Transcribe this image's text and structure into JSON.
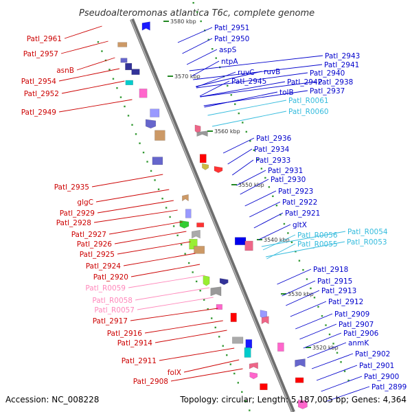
{
  "title": "Pseudoalteromonas atlantica T6c, complete genome",
  "footer": {
    "accession": "Accession: NC_008228",
    "summary": "Topology: circular; Length: 5,187,005 bp; Genes: 4,364"
  },
  "colors": {
    "backbone": "#8c8c8c",
    "minor_tick": "#339933",
    "left_label": "#cc0000",
    "right_label": "#0000cc",
    "rna_left": "#ff88bb",
    "rna_right": "#33bbdd",
    "text": "#333333"
  },
  "kbp_markers": [
    "3580 kbp",
    "3570 kbp",
    "3560 kbp",
    "3550 kbp",
    "3540 kbp",
    "3530 kbp",
    "3520 kbp"
  ],
  "left_labels": [
    {
      "text": "Patl_2961",
      "kind": "gene"
    },
    {
      "text": "Patl_2957",
      "kind": "gene"
    },
    {
      "text": "asnB",
      "kind": "gene"
    },
    {
      "text": "Patl_2954",
      "kind": "gene"
    },
    {
      "text": "Patl_2952",
      "kind": "gene"
    },
    {
      "text": "Patl_2949",
      "kind": "gene"
    },
    {
      "text": "Patl_2935",
      "kind": "gene"
    },
    {
      "text": "glgC",
      "kind": "gene"
    },
    {
      "text": "Patl_2929",
      "kind": "gene"
    },
    {
      "text": "Patl_2928",
      "kind": "gene"
    },
    {
      "text": "Patl_2927",
      "kind": "gene"
    },
    {
      "text": "Patl_2926",
      "kind": "gene"
    },
    {
      "text": "Patl_2925",
      "kind": "gene"
    },
    {
      "text": "Patl_2924",
      "kind": "gene"
    },
    {
      "text": "Patl_2920",
      "kind": "gene"
    },
    {
      "text": "Patl_R0059",
      "kind": "rna"
    },
    {
      "text": "Patl_R0058",
      "kind": "rna"
    },
    {
      "text": "Patl_R0057",
      "kind": "rna"
    },
    {
      "text": "Patl_2917",
      "kind": "gene"
    },
    {
      "text": "Patl_2916",
      "kind": "gene"
    },
    {
      "text": "Patl_2914",
      "kind": "gene"
    },
    {
      "text": "Patl_2911",
      "kind": "gene"
    },
    {
      "text": "folX",
      "kind": "gene"
    },
    {
      "text": "Patl_2908",
      "kind": "gene"
    }
  ],
  "right_labels": [
    {
      "text": "Patl_2951",
      "kind": "gene"
    },
    {
      "text": "Patl_2950",
      "kind": "gene"
    },
    {
      "text": "aspS",
      "kind": "gene"
    },
    {
      "text": "ntpA",
      "kind": "gene"
    },
    {
      "text": "ruvC",
      "kind": "gene"
    },
    {
      "text": "ruvB",
      "kind": "gene"
    },
    {
      "text": "Patl_2945",
      "kind": "gene"
    },
    {
      "text": "Patl_2942",
      "kind": "gene"
    },
    {
      "text": "Patl_2943",
      "kind": "gene"
    },
    {
      "text": "Patl_2941",
      "kind": "gene"
    },
    {
      "text": "Patl_2940",
      "kind": "gene"
    },
    {
      "text": "Patl_2938",
      "kind": "gene"
    },
    {
      "text": "tolB",
      "kind": "gene"
    },
    {
      "text": "Patl_2937",
      "kind": "gene"
    },
    {
      "text": "Patl_R0061",
      "kind": "rna"
    },
    {
      "text": "Patl_R0060",
      "kind": "rna"
    },
    {
      "text": "Patl_2936",
      "kind": "gene"
    },
    {
      "text": "Patl_2934",
      "kind": "gene"
    },
    {
      "text": "Patl_2933",
      "kind": "gene"
    },
    {
      "text": "Patl_2931",
      "kind": "gene"
    },
    {
      "text": "Patl_2930",
      "kind": "gene"
    },
    {
      "text": "Patl_2923",
      "kind": "gene"
    },
    {
      "text": "Patl_2922",
      "kind": "gene"
    },
    {
      "text": "Patl_2921",
      "kind": "gene"
    },
    {
      "text": "gltX",
      "kind": "gene"
    },
    {
      "text": "Patl_R0054",
      "kind": "rna"
    },
    {
      "text": "Patl_R0056",
      "kind": "rna"
    },
    {
      "text": "Patl_R0053",
      "kind": "rna"
    },
    {
      "text": "Patl_R0055",
      "kind": "rna"
    },
    {
      "text": "Patl_2918",
      "kind": "gene"
    },
    {
      "text": "Patl_2915",
      "kind": "gene"
    },
    {
      "text": "Patl_2913",
      "kind": "gene"
    },
    {
      "text": "Patl_2912",
      "kind": "gene"
    },
    {
      "text": "Patl_2909",
      "kind": "gene"
    },
    {
      "text": "Patl_2907",
      "kind": "gene"
    },
    {
      "text": "Patl_2906",
      "kind": "gene"
    },
    {
      "text": "anmK",
      "kind": "gene"
    },
    {
      "text": "Patl_2902",
      "kind": "gene"
    },
    {
      "text": "Patl_2901",
      "kind": "gene"
    },
    {
      "text": "Patl_2900",
      "kind": "gene"
    },
    {
      "text": "Patl_2899",
      "kind": "gene"
    }
  ]
}
